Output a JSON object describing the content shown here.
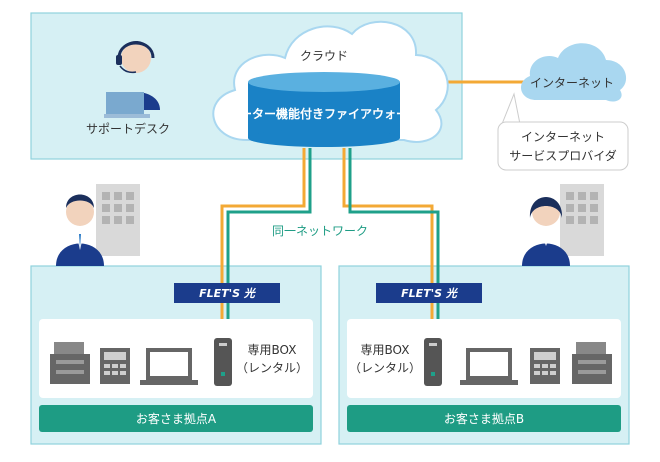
{
  "cloud": {
    "label": "クラウド",
    "firewall_label": "ルーター機能付きファイアウォール"
  },
  "support": {
    "label": "サポートデスク"
  },
  "internet": {
    "label": "インターネット"
  },
  "provider": {
    "line1": "インターネット",
    "line2": "サービスプロバイダ"
  },
  "network": {
    "label": "同一ネットワーク"
  },
  "flets": {
    "logo_text": "FLET'S 光"
  },
  "site_a": {
    "box_line1": "専用BOX",
    "box_line2": "（レンタル）",
    "name": "お客さま拠点A"
  },
  "site_b": {
    "box_line1": "専用BOX",
    "box_line2": "（レンタル）",
    "name": "お客さま拠点B"
  },
  "colors": {
    "panel_fill": "#d6f0f4",
    "panel_border": "#8fd2dd",
    "line_orange": "#f3a935",
    "line_green": "#1fa08a",
    "site_bar": "#1e9c84",
    "cloud_blue": "#a9d7f0",
    "flets_navy": "#1b3c8c",
    "flets_yellow": "#f7d100"
  }
}
